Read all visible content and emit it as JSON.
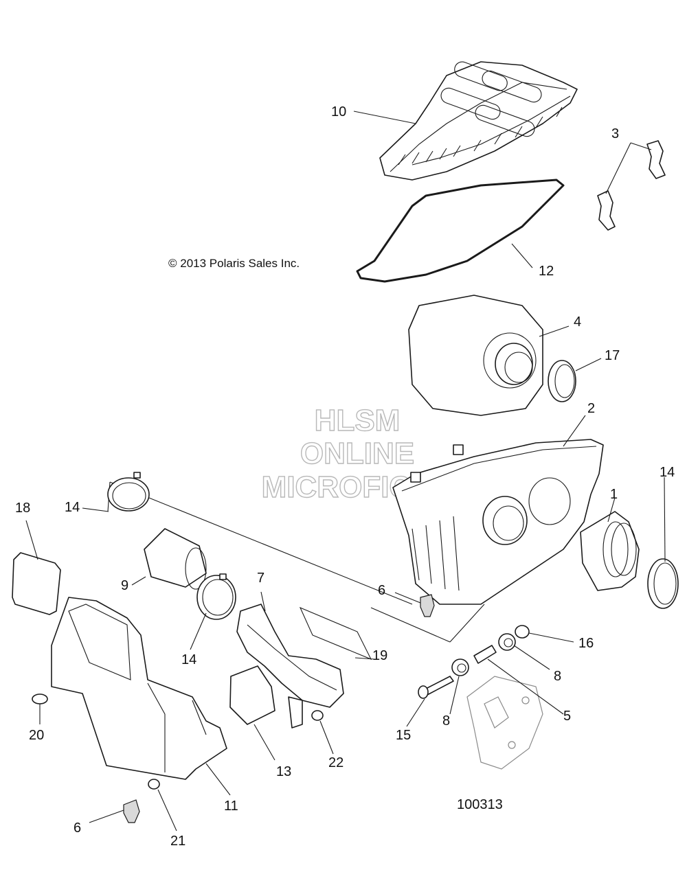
{
  "copyright": "© 2013 Polaris Sales Inc.",
  "watermark": [
    "HLSM",
    "ONLINE",
    "MICROFICHE"
  ],
  "diagram_id": "100313",
  "callouts": [
    "1",
    "2",
    "3",
    "4",
    "5",
    "6",
    "6",
    "7",
    "8",
    "8",
    "9",
    "10",
    "11",
    "12",
    "13",
    "14",
    "14",
    "14",
    "15",
    "16",
    "17",
    "18",
    "19",
    "20",
    "21",
    "22"
  ]
}
